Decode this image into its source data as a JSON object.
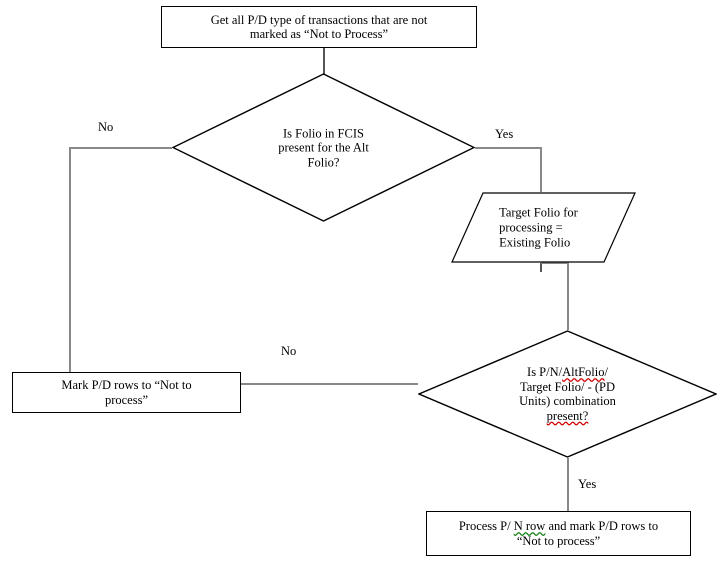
{
  "diagram": {
    "title": "P/D transaction processing flowchart",
    "line_color": "#000000",
    "fill_color": "#ffffff",
    "spellcheck_red": "#d00000",
    "grammar_green": "#108010",
    "nodes": {
      "start_box": {
        "shape": "rectangle",
        "line1": "Get all P/D type of transactions that are not",
        "line2": "marked as “Not to Process”"
      },
      "decision_folio": {
        "shape": "diamond",
        "line1": "Is Folio in FCIS",
        "line2": "present for the Alt",
        "line3": "Folio?"
      },
      "target_folio": {
        "shape": "parallelogram",
        "line1": "Target Folio for",
        "line2": "processing =",
        "line3": "Existing Folio"
      },
      "decision_combination": {
        "shape": "diamond",
        "line1_a": "Is P/N/",
        "line1_b": "AltFolio",
        "line1_c": "/",
        "line2": "Target Folio/ - (PD",
        "line3": "Units) combination",
        "line4": "present?"
      },
      "mark_not_to_process": {
        "shape": "rectangle",
        "line1": "Mark P/D rows to “Not to",
        "line2": "process”"
      },
      "process_row": {
        "shape": "rectangle",
        "line1_a": "Process P/ ",
        "line1_b": "N  row",
        "line1_c": " and mark P/D rows to",
        "line2": "“Not to process”"
      }
    },
    "edge_labels": {
      "folio_no": "No",
      "folio_yes": "Yes",
      "combination_no": "No",
      "combination_yes": "Yes"
    }
  }
}
